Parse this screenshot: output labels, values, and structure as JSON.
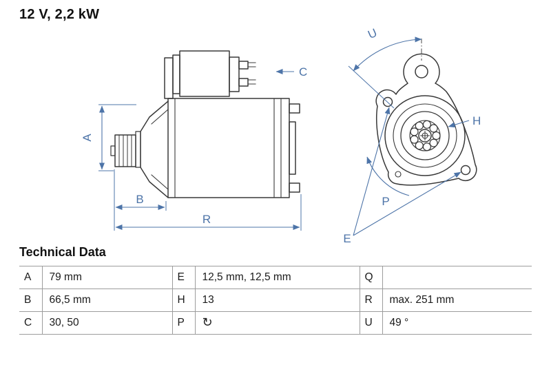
{
  "title": "12 V, 2,2 kW",
  "drawing": {
    "accent_color": "#4d74a8",
    "line_color": "#383838",
    "labels": {
      "A": "A",
      "B": "B",
      "C": "C",
      "R": "R",
      "E": "E",
      "H": "H",
      "P": "P",
      "U": "U"
    }
  },
  "technical_data": {
    "heading": "Technical Data",
    "rotation_icon_glyph": "↻",
    "rows": [
      {
        "c1": "A",
        "v1": "79 mm",
        "c2": "E",
        "v2": "12,5 mm, 12,5 mm",
        "c3": "Q",
        "v3": ""
      },
      {
        "c1": "B",
        "v1": "66,5 mm",
        "c2": "H",
        "v2": "13",
        "c3": "R",
        "v3": "max. 251 mm"
      },
      {
        "c1": "C",
        "v1": "30, 50",
        "c2": "P",
        "v2": "",
        "c3": "U",
        "v3": "49 °"
      }
    ]
  }
}
